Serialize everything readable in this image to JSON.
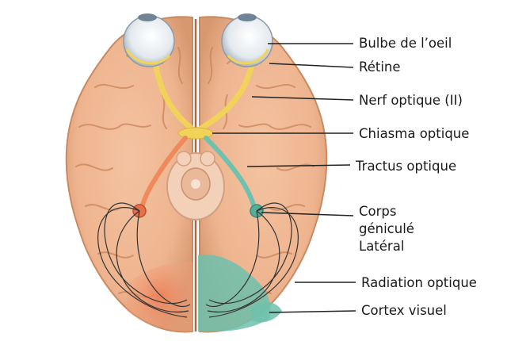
{
  "labels": {
    "eyeball": "Bulbe de l’oeil",
    "retina": "Rétine",
    "optic_nerve": "Nerf optique (II)",
    "optic_chiasm": "Chiasma optique",
    "optic_tract": "Tractus optique",
    "lgn_line1": "Corps",
    "lgn_line2": "géniculé",
    "lgn_line3": "Latéral",
    "optic_radiation": "Radiation optique",
    "visual_cortex": "Cortex visuel"
  },
  "colors": {
    "brain": "#eeb48f",
    "brain_shadow": "#d98f66",
    "gyri": "#c98458",
    "nerve": "#f2d35a",
    "left_pathway": "#f08a5c",
    "right_pathway": "#6fc1ad",
    "eye": "#e9eef2"
  }
}
